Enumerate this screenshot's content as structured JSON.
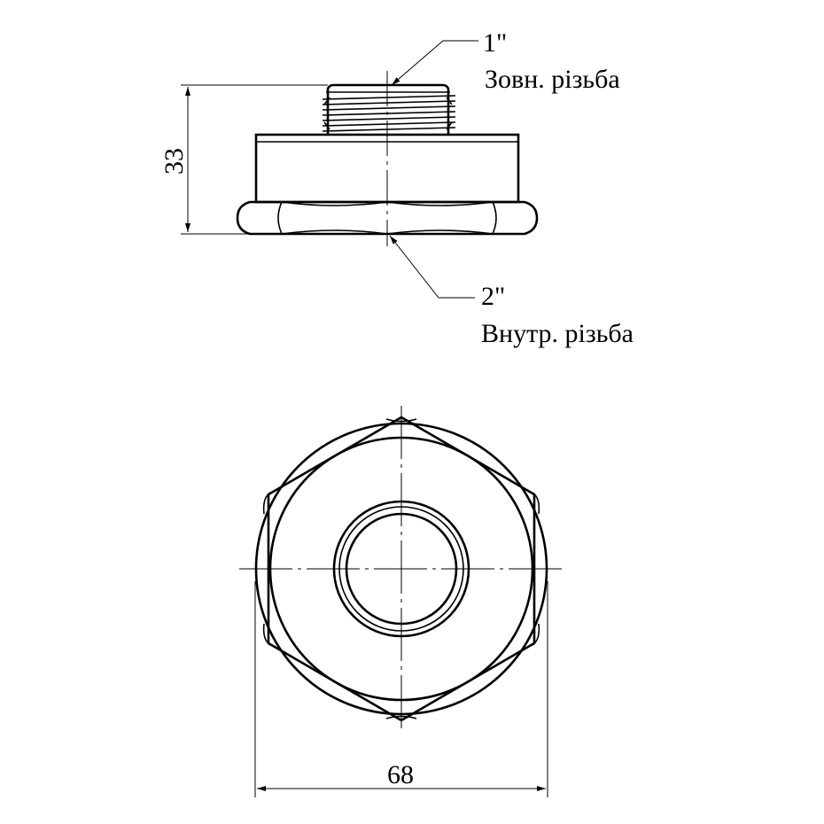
{
  "callouts": {
    "top_size": "1\"",
    "top_desc": "Зовн. різьба",
    "bottom_size": "2\"",
    "bottom_desc": "Внутр. різьба"
  },
  "dimensions": {
    "height": "33",
    "width": "68"
  }
}
